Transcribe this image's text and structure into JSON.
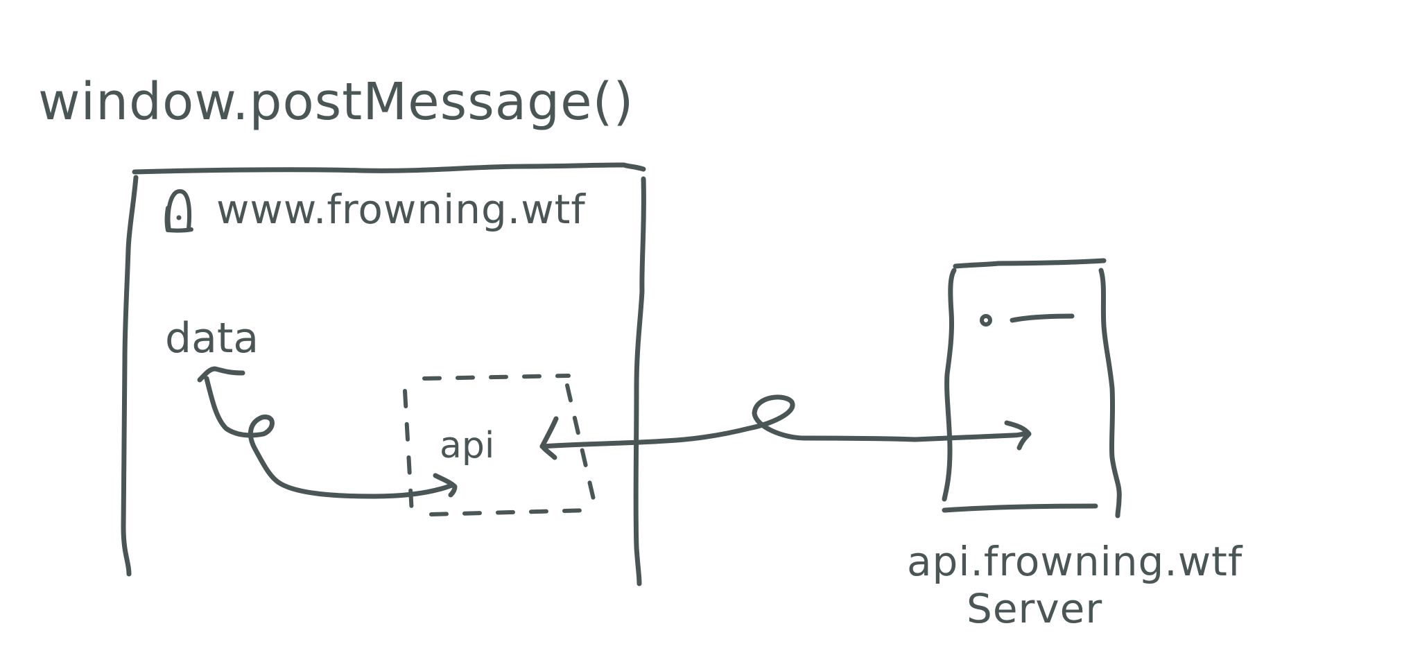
{
  "diagram": {
    "title": "window.postMessage()",
    "browser_window": {
      "host": "www.frowning.wtf",
      "data_label": "data",
      "iframe_label": "api"
    },
    "server": {
      "host": "api.frowning.wtf",
      "caption": "Server"
    },
    "ink_color": "#4a5556",
    "background_color": "#ffffff"
  }
}
